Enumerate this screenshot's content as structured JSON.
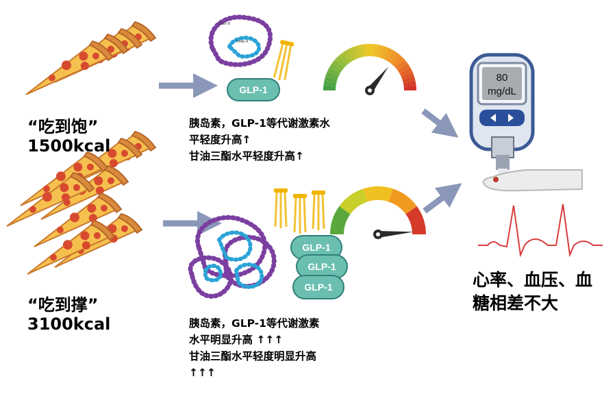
{
  "top": {
    "meal_label": "“吃到饱”",
    "kcal_label": "1500kcal",
    "hormone_badge": "GLP-1",
    "desc_line1": "胰岛素，GLP-1等代谢激素水",
    "desc_line2": "平轻度升高↑",
    "desc_line3": "甘油三酯水平轻度升高↑"
  },
  "bottom": {
    "meal_label": "“吃到撑”",
    "kcal_label": "3100kcal",
    "hormone_badges": [
      "GLP-1",
      "GLP-1",
      "GLP-1"
    ],
    "desc_line1": "胰岛素，GLP-1等代谢激素",
    "desc_line2": "水平明显升高 ↑↑↑",
    "desc_line3": "甘油三酯水平轻度明显升高",
    "desc_line4": "↑↑↑"
  },
  "meter": {
    "display_value": "80",
    "display_unit": "mg/dL"
  },
  "result": {
    "line1": "心率、血压、血",
    "line2": "糖相差不大"
  },
  "colors": {
    "arrow": "#8a97b8",
    "badge_fill": "#6bbfb0",
    "badge_stroke": "#2f7f78",
    "ecg": "#d93a3a",
    "pizza_crust": "#d98a3c",
    "pizza_cheese": "#f6c04f",
    "pepperoni": "#d84a2f"
  },
  "icons": [
    "pizza-slice-icon",
    "protein-chain-icon",
    "lipid-icon",
    "gauge-icon",
    "glucose-meter-icon",
    "finger-icon",
    "ecg-icon",
    "arrow-icon"
  ]
}
